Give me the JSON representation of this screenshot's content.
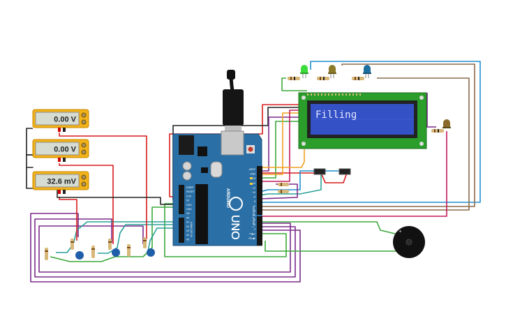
{
  "meters": [
    {
      "reading": "0.00 V"
    },
    {
      "reading": "0.00 V"
    },
    {
      "reading": "32.6 mV"
    }
  ],
  "lcd": {
    "text": "Fillinɡ"
  },
  "arduino": {
    "brand": "ARDUINO",
    "model": "UNO",
    "digital_label": "DIGITAL (PWM~)",
    "analog_label": "ANALOG IN",
    "power_label": "POWER",
    "pin_labels_left": [
      "IOREF",
      "RESET",
      "3.3V",
      "5V",
      "GND",
      "GND",
      "Vin",
      "A0",
      "A1",
      "A2",
      "A3",
      "A4",
      "A5"
    ],
    "pin_labels_right": [
      "AREF",
      "GND",
      "13",
      "12",
      "~11",
      "~10",
      "~9",
      "8",
      "7",
      "~6",
      "~5",
      "4",
      "~3",
      "2",
      "TX▶1",
      "RX◀0"
    ]
  },
  "colors": {
    "board": "#2a6fa5",
    "wire_red": "#d81b1b",
    "wire_black": "#222222",
    "wire_green": "#3aa83a",
    "wire_purple": "#7b2a8c",
    "wire_blue": "#1f8fcf",
    "wire_brown": "#8a6a4a",
    "wire_orange": "#f0a020",
    "wire_magenta": "#c2185b",
    "wire_teal": "#2aa198",
    "meter_body": "#f2b21a",
    "lcd_screen": "#3551c6"
  }
}
